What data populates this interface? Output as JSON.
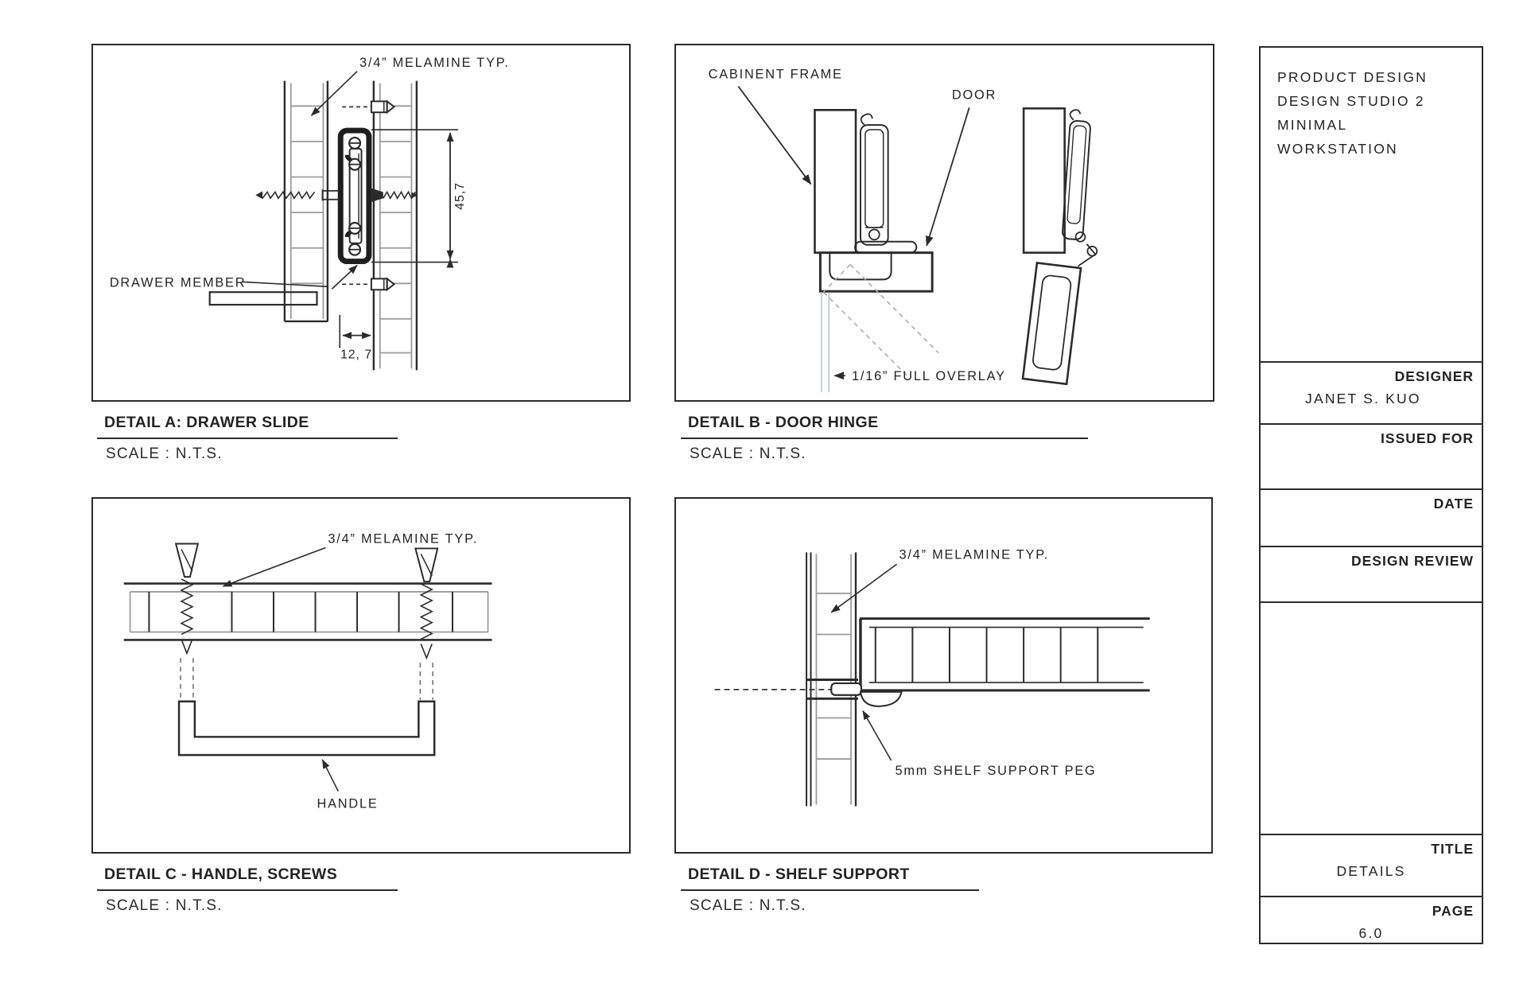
{
  "sheet": {
    "details": [
      {
        "id": "a",
        "title": "DETAIL A: DRAWER SLIDE",
        "scale": "SCALE : N.T.S.",
        "labels": {
          "melamine": "3/4” MELAMINE TYP.",
          "drawer_member": "DRAWER MEMBER",
          "dim_height": "45,7",
          "dim_width": "12, 7"
        }
      },
      {
        "id": "b",
        "title": "DETAIL B - DOOR HINGE",
        "scale": "SCALE : N.T.S.",
        "labels": {
          "cabinet_frame": "CABINENT FRAME",
          "door": "DOOR",
          "overlay": "1/16” FULL OVERLAY"
        }
      },
      {
        "id": "c",
        "title": "DETAIL C - HANDLE, SCREWS",
        "scale": "SCALE : N.T.S.",
        "labels": {
          "melamine": "3/4” MELAMINE TYP.",
          "handle": "HANDLE"
        }
      },
      {
        "id": "d",
        "title": "DETAIL D - SHELF SUPPORT",
        "scale": "SCALE : N.T.S.",
        "labels": {
          "melamine": "3/4” MELAMINE TYP.",
          "peg": "5mm SHELF SUPPORT PEG"
        }
      }
    ],
    "title_block": {
      "project_lines": [
        "PRODUCT DESIGN",
        "DESIGN STUDIO 2",
        "MINIMAL WORKSTATION"
      ],
      "designer_label": "DESIGNER",
      "designer_value": "JANET S. KUO",
      "issued_for_label": "ISSUED FOR",
      "date_label": "DATE",
      "design_review_label": "DESIGN REVIEW",
      "title_label": "TITLE",
      "title_value": "DETAILS",
      "page_label": "PAGE",
      "page_value": "6.0"
    }
  },
  "colors": {
    "ink": "#2b2b2b",
    "gray": "#9b9b9b",
    "light_gray": "#bfc3c5",
    "paper": "#ffffff"
  }
}
